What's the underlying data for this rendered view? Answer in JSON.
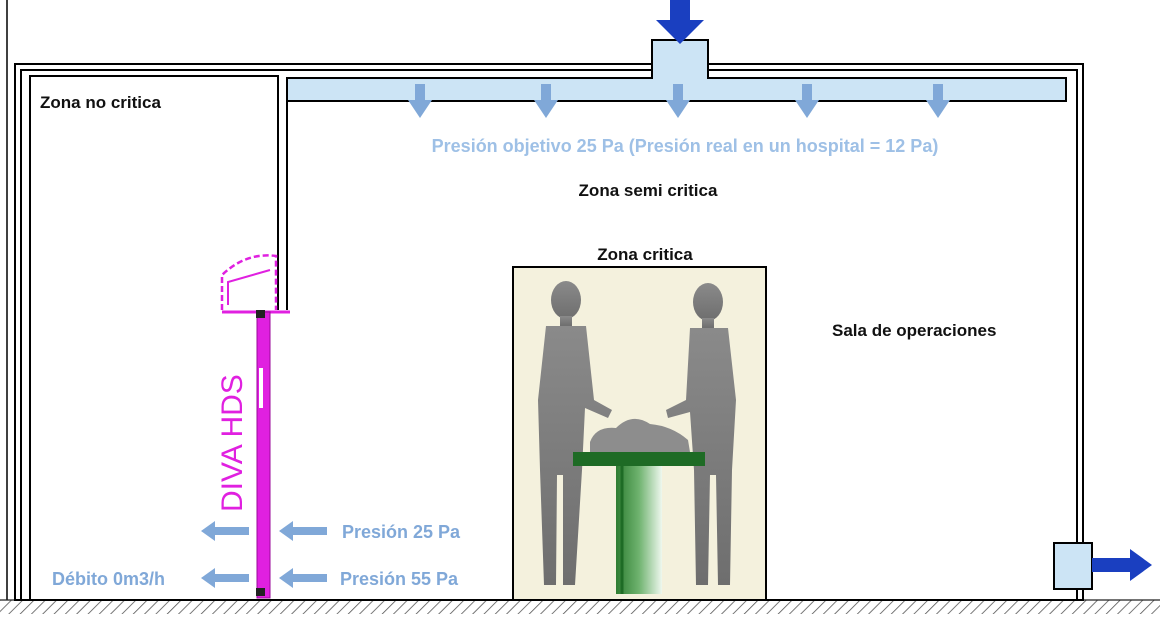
{
  "labels": {
    "non_critical_zone": "Zona no critica",
    "target_pressure": "Presión objetivo 25 Pa (Presión real en un hospital = 12 Pa)",
    "semi_critical_zone": "Zona semi critica",
    "critical_zone": "Zona critica",
    "operating_room": "Sala de operaciones",
    "device_name": "DIVA HDS",
    "pressure_upper": "Presión 25 Pa",
    "pressure_lower": "Presión 55 Pa",
    "flow_rate": "Débito 0m3/h"
  },
  "icons": {
    "supply": "arrow-down-icon",
    "diffuser": "arrow-down-icon",
    "exhaust": "arrow-right-icon",
    "flow": "arrow-left-icon"
  },
  "colors": {
    "air_arrow": "#80a8d8",
    "duct_fill": "#cce4f5",
    "supply_arrow": "#1a3fc0",
    "device_magenta": "#e020e0",
    "critical_zone_fill": "#f4f1dd",
    "table_green": "#1e6b25"
  }
}
